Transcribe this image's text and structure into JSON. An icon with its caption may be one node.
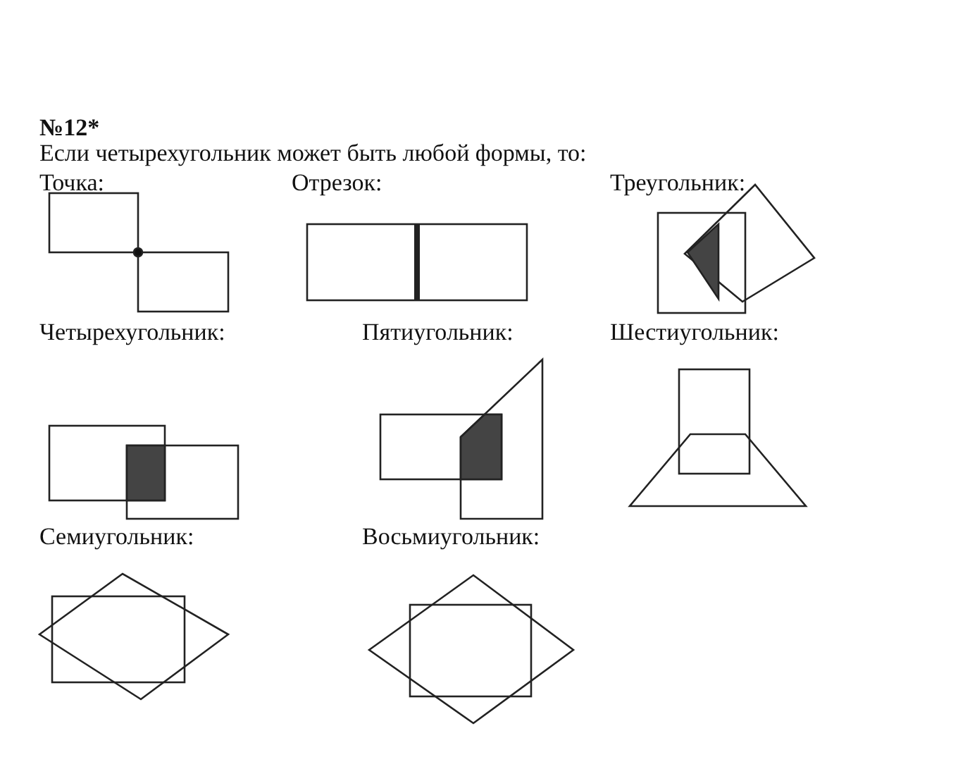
{
  "diagram": {
    "title": "№12*",
    "labels": [
      "Если четырехугольник может быть любой формы, то:",
      "Точка:",
      "Отрезок:",
      "Треугольник:",
      "Четырехугольник:",
      "Пятиугольник:",
      "Шестиугольник:",
      "Семиугольник:",
      "Восьмиугольник:"
    ]
  }
}
